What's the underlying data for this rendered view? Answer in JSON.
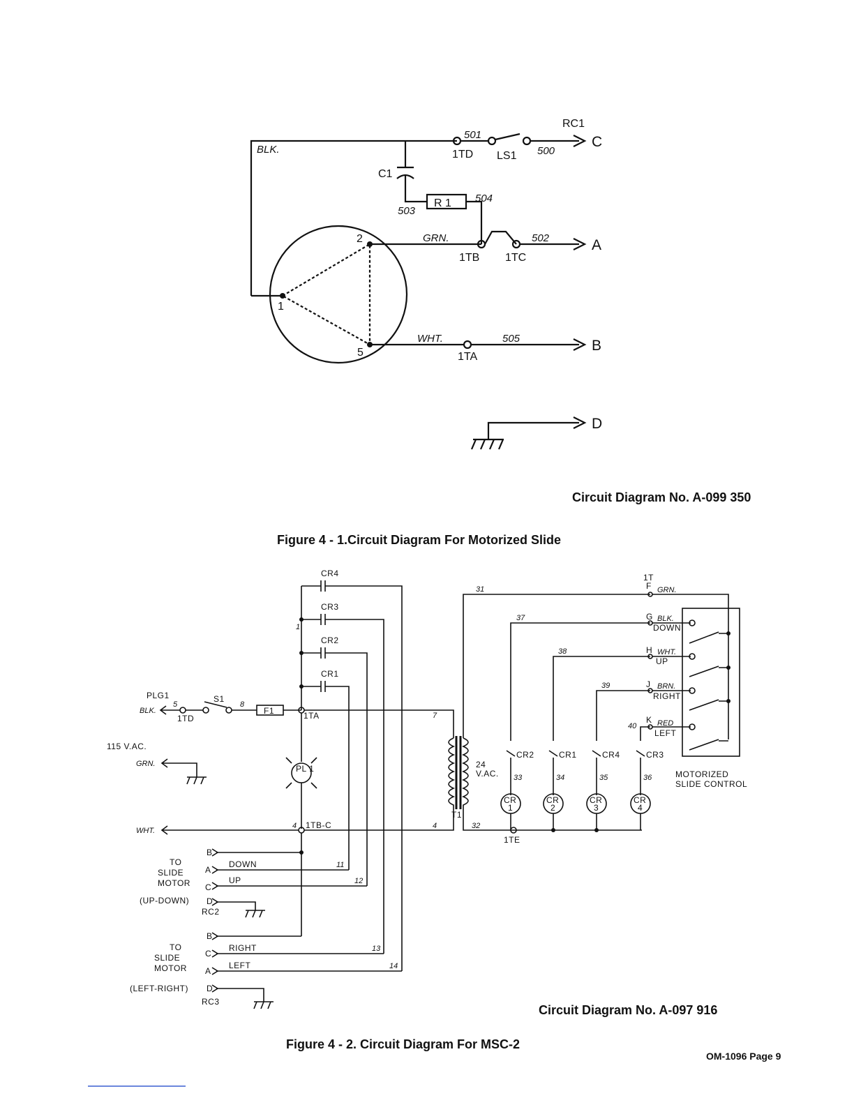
{
  "fig1": {
    "terminal_rc": "RC1",
    "out_c": "C",
    "out_a": "A",
    "out_b": "B",
    "out_d": "D",
    "wire_blk": "BLK.",
    "wire_grn": "GRN.",
    "wire_wht": "WHT.",
    "n501": "501",
    "n500": "500",
    "n504": "504",
    "n503": "503",
    "n502": "502",
    "n505": "505",
    "t1td": "1TD",
    "tls1": "LS1",
    "t1tb": "1TB",
    "t1tc": "1TC",
    "t1ta": "1TA",
    "c1": "C1",
    "r1": "R 1",
    "m2": "2",
    "m1": "1",
    "m5": "5",
    "caption_no": "Circuit Diagram No. A-099 350",
    "caption_title": "Figure 4 - 1.Circuit Diagram For Motorized Slide"
  },
  "fig2": {
    "plg1": "PLG1",
    "blk": "BLK.",
    "w5": "5",
    "t1td": "1TD",
    "s1": "S1",
    "w8": "8",
    "f1": "F1",
    "t1ta": "1TA",
    "v115": "115 V.AC.",
    "grn": "GRN.",
    "wht": "WHT.",
    "pl1": "PL 1",
    "t1tbc": "1TB-C",
    "w4a": "4",
    "w4b": "4",
    "w7": "7",
    "w1": "1",
    "w11": "11",
    "w12": "12",
    "w13": "13",
    "w14": "14",
    "cr4": "CR4",
    "cr3": "CR3",
    "cr2": "CR2",
    "cr1": "CR1",
    "v24": "24",
    "vac": "V.AC.",
    "t1": "T1",
    "w31": "31",
    "w37": "37",
    "w38": "38",
    "w39": "39",
    "w40": "40",
    "w32": "32",
    "t1t": "1T",
    "tf": "F",
    "tg": "G",
    "th": "H",
    "tj": "J",
    "tk": "K",
    "grn2": "GRN.",
    "blk2": "BLK.",
    "wht2": "WHT.",
    "brn": "BRN.",
    "red": "RED",
    "down": "DOWN",
    "up": "UP",
    "right": "RIGHT",
    "left": "LEFT",
    "msc1": "MOTORIZED",
    "msc2": "SLIDE CONTROL",
    "coil_cr": "CR",
    "coil1": "1",
    "coil2": "2",
    "coil3": "3",
    "coil4": "4",
    "c_cr2": "CR2",
    "c_cr1": "CR1",
    "c_cr4": "CR4",
    "c_cr3": "CR3",
    "w33": "33",
    "w34": "34",
    "w35": "35",
    "w36": "36",
    "t1te": "1TE",
    "to1": "TO",
    "slide1": "SLIDE",
    "motor1": "MOTOR",
    "ud": "(UP-DOWN)",
    "to2": "TO",
    "slide2": "SLIDE",
    "motor2": "MOTOR",
    "lr": "(LEFT-RIGHT)",
    "pB1": "B",
    "pA1": "A",
    "pC1": "C",
    "pD1": "D",
    "rc2": "RC2",
    "pB2": "B",
    "pC2": "C",
    "pA2": "A",
    "pD2": "D",
    "rc3": "RC3",
    "down2": "DOWN",
    "up2": "UP",
    "right2": "RIGHT",
    "left2": "LEFT",
    "caption_no": "Circuit Diagram No. A-097 916",
    "caption_title": "Figure 4 - 2.   Circuit Diagram For MSC-2"
  },
  "footer": {
    "page": "OM-1096 Page 9"
  }
}
